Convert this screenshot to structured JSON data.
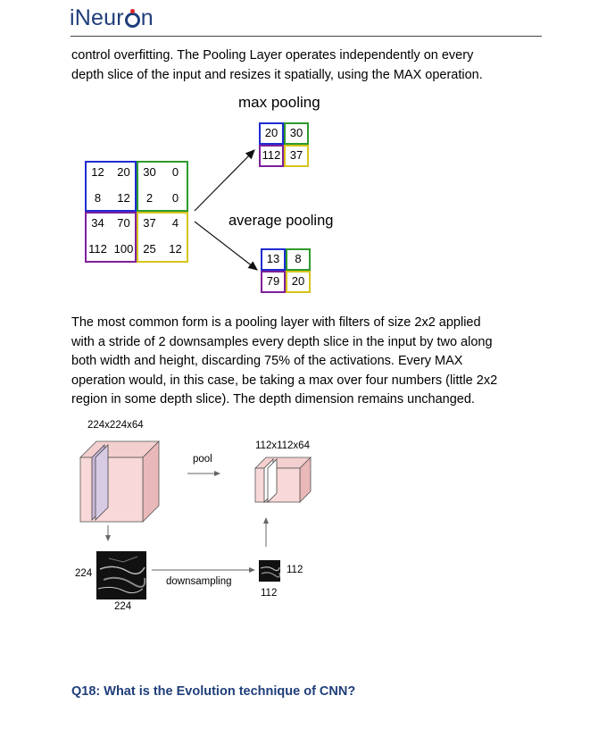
{
  "header": {
    "logo_prefix": "iNeur",
    "logo_suffix": "n"
  },
  "paragraph1": {
    "line1": "control overfitting. The Pooling Layer operates independently on every",
    "line2": "depth slice of the input and resizes it spatially, using the MAX operation."
  },
  "pooling_figure": {
    "max_label": "max pooling",
    "avg_label": "average pooling",
    "input_grid": [
      [
        "12",
        "20",
        "30",
        "0"
      ],
      [
        "8",
        "12",
        "2",
        "0"
      ],
      [
        "34",
        "70",
        "37",
        "4"
      ],
      [
        "112",
        "100",
        "25",
        "12"
      ]
    ],
    "max_result": [
      [
        "20",
        "30"
      ],
      [
        "112",
        "37"
      ]
    ],
    "avg_result": [
      [
        "13",
        "8"
      ],
      [
        "79",
        "20"
      ]
    ],
    "colors": {
      "topleft": "#1f2bd1",
      "topright": "#2e9a2e",
      "bottomleft": "#7e1f9a",
      "bottomright": "#d6c31a"
    }
  },
  "paragraph2": {
    "line1": "The most common form is a pooling layer with filters of size 2x2 applied",
    "line2": "with a stride of 2 downsamples every depth slice in the input by two along",
    "line3": "both width and height, discarding 75% of the activations. Every MAX",
    "line4": "operation would, in this case, be taking a max over four numbers (little 2x2",
    "line5": "region in some depth slice). The depth dimension remains unchanged."
  },
  "downsample_figure": {
    "big_label": "224x224x64",
    "small_label": "112x112x64",
    "pool_label": "pool",
    "downsampling_label": "downsampling",
    "left_dim_side": "224",
    "left_dim_bottom": "224",
    "right_dim_side": "112",
    "right_dim_bottom": "112"
  },
  "question": {
    "text": "Q18: What is the Evolution technique of CNN?"
  }
}
